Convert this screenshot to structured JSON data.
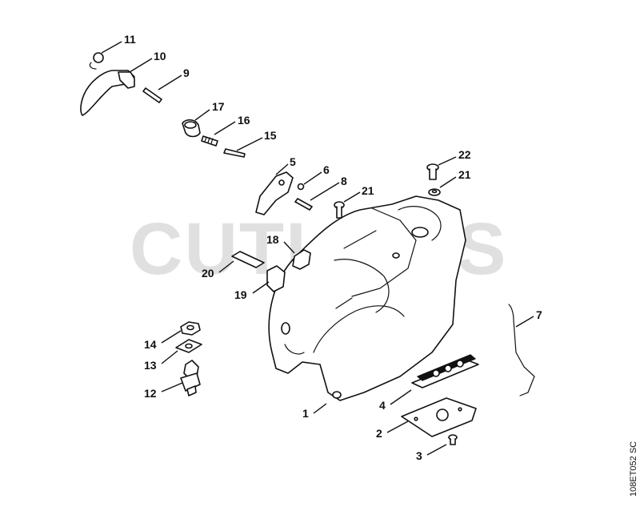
{
  "watermark": "CUTLER'S",
  "reference_code": "108ET052 SC",
  "callouts": [
    "1",
    "2",
    "3",
    "4",
    "5",
    "6",
    "7",
    "8",
    "9",
    "10",
    "11",
    "12",
    "13",
    "14",
    "15",
    "16",
    "17",
    "18",
    "19",
    "20",
    "21",
    "21",
    "22"
  ]
}
